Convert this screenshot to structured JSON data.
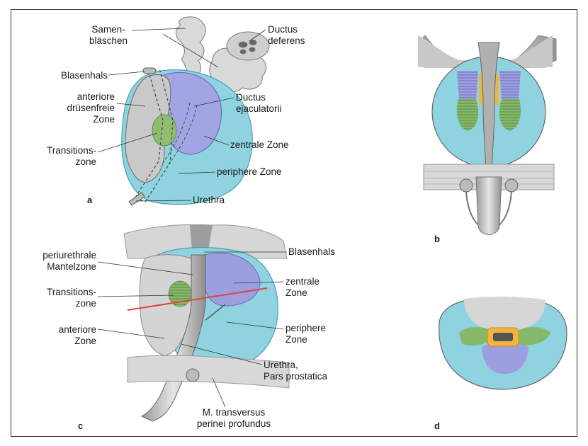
{
  "panels": {
    "a": "a",
    "b": "b",
    "c": "c",
    "d": "d"
  },
  "panel_a": {
    "samenblaeschen_1": "Samen-",
    "samenblaeschen_2": "bläschen",
    "ductus_deferens_1": "Ductus",
    "ductus_deferens_2": "deferens",
    "blasenhals": "Blasenhals",
    "anteriore_1": "anteriore",
    "anteriore_2": "drüsenfreie",
    "anteriore_3": "Zone",
    "ductus_ejac_1": "Ductus",
    "ductus_ejac_2": "ejaculatorii",
    "zentrale_zone": "zentrale Zone",
    "transitions_1": "Transitions-",
    "transitions_2": "zone",
    "periphere_zone": "periphere Zone",
    "urethra": "Urethra"
  },
  "panel_c": {
    "periurethrale_1": "periurethrale",
    "periurethrale_2": "Mantelzone",
    "blasenhals": "Blasenhals",
    "zentrale_1": "zentrale",
    "zentrale_2": "Zone",
    "transitions_1": "Transitions-",
    "transitions_2": "zone",
    "periphere_1": "periphere",
    "periphere_2": "Zone",
    "anteriore_1": "anteriore",
    "anteriore_2": "Zone",
    "urethra_1": "Urethra,",
    "urethra_2": "Pars prostatica",
    "transversus_1": "M. transversus",
    "transversus_2": "perinei profundus"
  },
  "colors": {
    "peripheral": "#8fd3e0",
    "central": "#9c9ee0",
    "transition": "#86b86a",
    "periurethral": "#f2b441",
    "anterior": "#c9c9c9",
    "cut_line": "#e0453a"
  }
}
